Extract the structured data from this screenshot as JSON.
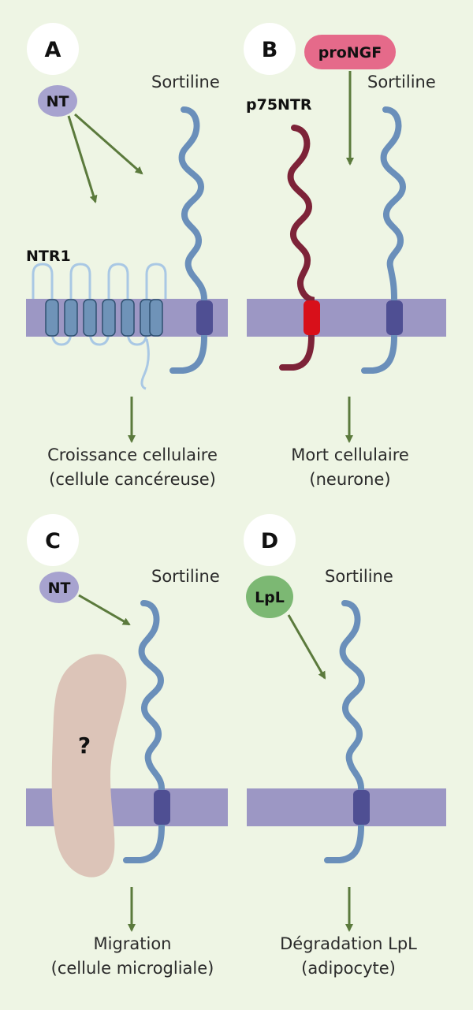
{
  "panels": {
    "a": {
      "letter": "A",
      "ligand": "NT",
      "receptor_label": "Sortiline",
      "second_receptor_label": "NTR1",
      "caption_line1": "Croissance cellulaire",
      "caption_line2": "(cellule cancéreuse)"
    },
    "b": {
      "letter": "B",
      "ligand": "proNGF",
      "receptor_label": "Sortiline",
      "second_receptor_label": "p75NTR",
      "caption_line1": "Mort cellulaire",
      "caption_line2": "(neurone)"
    },
    "c": {
      "letter": "C",
      "ligand": "NT",
      "receptor_label": "Sortiline",
      "unknown_label": "?",
      "caption_line1": "Migration",
      "caption_line2": "(cellule microgliale)"
    },
    "d": {
      "letter": "D",
      "ligand": "LpL",
      "receptor_label": "Sortiline",
      "caption_line1": "Dégradation LpL",
      "caption_line2": "(adipocyte)"
    }
  },
  "colors": {
    "background": "#eef5e4",
    "membrane": "#9c97c4",
    "sortilin": "#6a8fba",
    "sortilin_tm": "#4f4f93",
    "p75ntr": "#7d2338",
    "p75ntr_tm": "#d8101a",
    "ntr1_helix": "#6f93b8",
    "ntr1_loop": "#a9c8e4",
    "nt_ligand": "#a7a3cf",
    "prongf_ligand": "#e56a8a",
    "lpl_ligand": "#7cb873",
    "unknown_partner": "#dcc4b8",
    "arrow": "#5b7a3c"
  }
}
